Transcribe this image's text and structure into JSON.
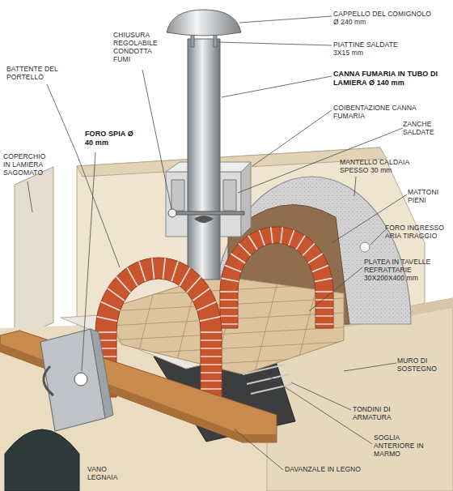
{
  "diagram": {
    "labels": [
      "CAPPELLO DEL COMIGNOLO Ø 240 mm",
      "CHIUSURA REGOLABILE CONDOTTA FUMI",
      "PIATTINE SALDATE 3X15 mm",
      "CANNA FUMARIA IN TUBO DI LAMIERA Ø 140 mm",
      "BATTENTE DEL PORTELLO",
      "FORO SPIA Ø 40 mm",
      "COIBENTAZIONE CANNA FUMARIA",
      "ZANCHE SALDATE",
      "COPERCHIO IN LAMIERA SAGOMATO",
      "MANTELLO CALDAIA SPESSO 30 mm",
      "MATTONI PIENI",
      "FORO INGRESSO ARIA TIRAGGIO",
      "PLATEA IN TAVELLE REFRATTARIE 30X200X400 mm",
      "MURO DI SOSTEGNO",
      "TONDINI DI ARMATURA",
      "SOGLIA ANTERIORE IN MARMO",
      "DAVANZALE IN LEGNO",
      "VANO LEGNAIA"
    ]
  }
}
